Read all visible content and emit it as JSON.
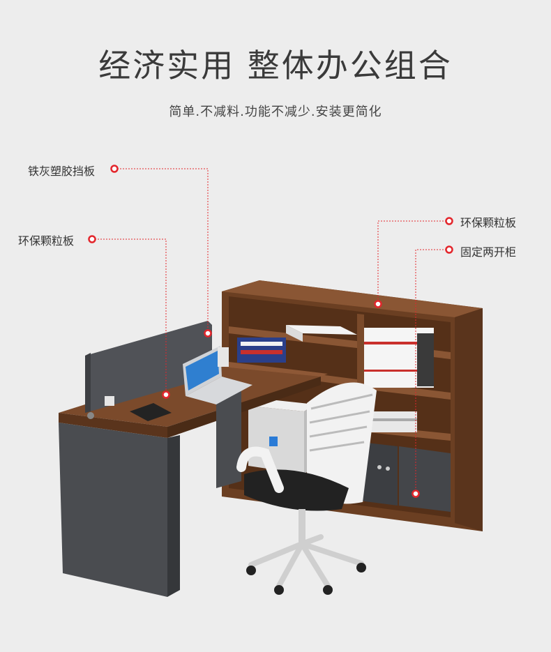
{
  "header": {
    "title": "经济实用 整体办公组合",
    "subtitle": "简单.不减料.功能不减少.安装更简化"
  },
  "callouts": {
    "steel_panel": "铁灰塑胶挡板",
    "eco_board_left": "环保颗粒板",
    "eco_board_right": "环保颗粒板",
    "cabinet": "固定两开柜"
  },
  "colors": {
    "background": "#ededed",
    "marker": "#e3262c",
    "wood": "#7a4a2a",
    "gray_panel": "#4a4c50"
  }
}
